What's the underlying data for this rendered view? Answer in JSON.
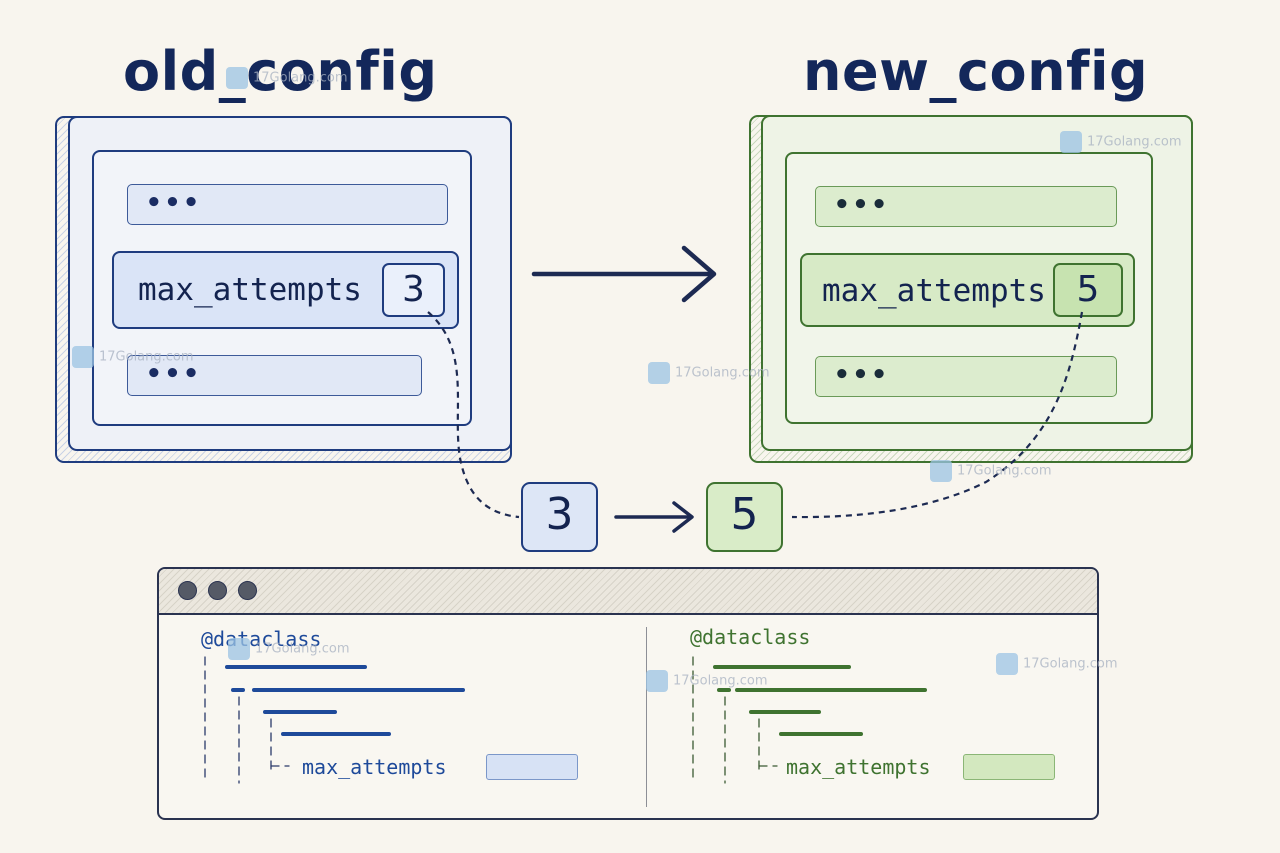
{
  "diagram": {
    "old_config": {
      "title": "old_config",
      "ellipsis_top": "•••",
      "ellipsis_bottom": "•••",
      "field_label": "max_attempts",
      "field_value": "3",
      "colors": {
        "stroke": "#1f3c7f",
        "fill": "#dae4f7"
      }
    },
    "new_config": {
      "title": "new_config",
      "ellipsis_top": "•••",
      "ellipsis_bottom": "•••",
      "field_label": "max_attempts",
      "field_value": "5",
      "colors": {
        "stroke": "#3f7330",
        "fill": "#d7eac6"
      }
    },
    "transition": {
      "from_value": "3",
      "to_value": "5"
    },
    "code_editor": {
      "left_pane": {
        "decorator": "@dataclass",
        "field": "max_attempts"
      },
      "right_pane": {
        "decorator": "@dataclass",
        "field": "max_attempts"
      }
    },
    "watermark_text": "17Golang.com"
  }
}
